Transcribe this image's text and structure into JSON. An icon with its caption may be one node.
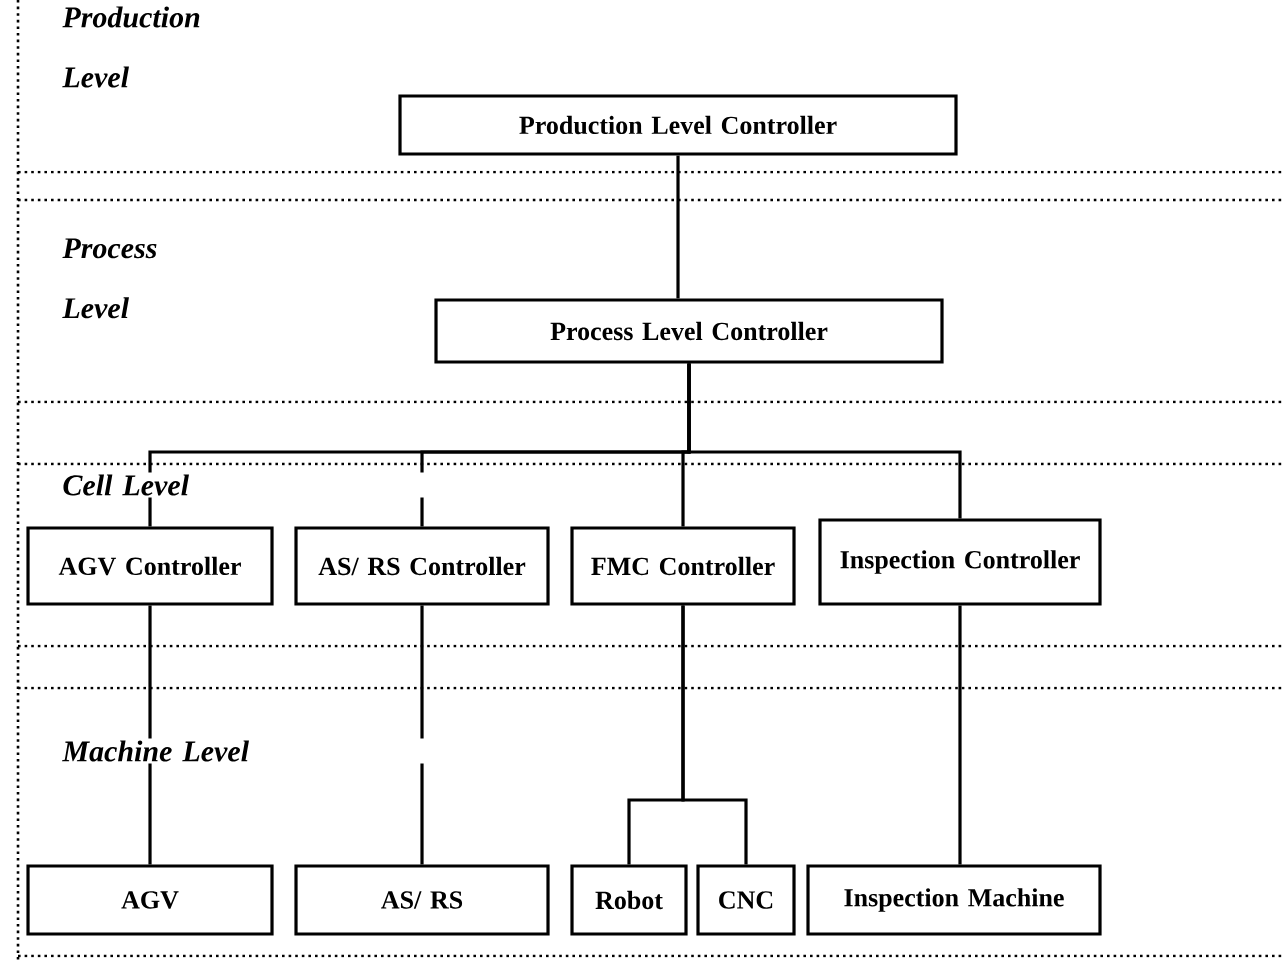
{
  "diagram": {
    "nodes": [
      {
        "text": [
          "Production Level Controller"
        ]
      },
      {
        "text": [
          "Process Level Controller"
        ]
      },
      {
        "text": [
          "AGV Controller"
        ]
      },
      {
        "text": [
          "AS/ RS Controller"
        ]
      },
      {
        "text": [
          "FMC Controller"
        ]
      },
      {
        "text": [
          "Inspection Controller"
        ]
      },
      {
        "text": [
          "AGV"
        ]
      },
      {
        "text": [
          "AS/ RS"
        ]
      },
      {
        "text": [
          "Robot"
        ]
      },
      {
        "text": [
          "CNC"
        ]
      },
      {
        "text": [
          "Inspection Machine"
        ]
      }
    ],
    "edges": [
      {
        "from": 0,
        "to": 1,
        "arrow": "none"
      },
      {
        "from": 1,
        "to": 2,
        "arrow": "none"
      },
      {
        "from": 1,
        "to": 3,
        "arrow": "none"
      },
      {
        "from": 1,
        "to": 4,
        "arrow": "none"
      },
      {
        "from": 1,
        "to": 5,
        "arrow": "none"
      },
      {
        "from": 2,
        "to": 6,
        "arrow": "none"
      },
      {
        "from": 3,
        "to": 7,
        "arrow": "none"
      },
      {
        "from": 4,
        "to": 8,
        "arrow": "none"
      },
      {
        "from": 4,
        "to": 9,
        "arrow": "none"
      },
      {
        "from": 5,
        "to": 10,
        "arrow": "none"
      }
    ],
    "labels": [
      "Production Level",
      "Process Level",
      "Cell Level",
      "Machine Level"
    ]
  }
}
